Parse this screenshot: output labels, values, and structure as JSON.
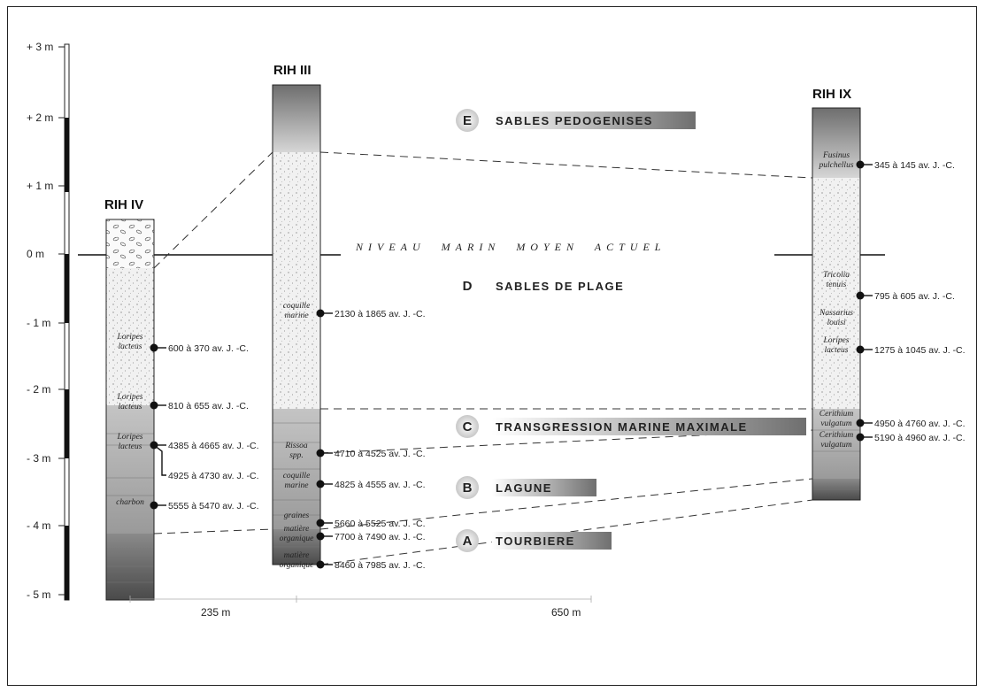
{
  "scale": {
    "labels": [
      "+ 3 m",
      "+ 2 m",
      "+ 1 m",
      "0 m",
      "- 1 m",
      "- 2 m",
      "- 3 m",
      "- 4 m",
      "- 5 m"
    ]
  },
  "columns": [
    {
      "title": "RIH IV",
      "annotations": [
        {
          "taxon": [
            "Loripes",
            "lacteus"
          ],
          "date": "600 à 370 av. J. -C."
        },
        {
          "taxon": [
            "Loripes",
            "lacteus"
          ],
          "date": "810 à 655 av. J. -C."
        },
        {
          "taxon": [
            "Loripes",
            "lacteus"
          ],
          "date": "4385 à 4665 av. J. -C."
        },
        {
          "taxon": [],
          "date": "4925 à 4730 av. J. -C."
        },
        {
          "taxon": [
            "charbon"
          ],
          "date": "5555 à 5470 av. J. -C."
        }
      ]
    },
    {
      "title": "RIH III",
      "annotations": [
        {
          "taxon": [
            "coquille",
            "marine"
          ],
          "date": "2130 à 1865 av. J. -C."
        },
        {
          "taxon": [
            "Rissoa",
            "spp."
          ],
          "date": "4710 à 4525 av. J. -C."
        },
        {
          "taxon": [
            "coquille",
            "marine"
          ],
          "date": "4825 à 4555 av. J. -C."
        },
        {
          "taxon": [
            "graines"
          ],
          "date": "5660 à 5525 av. J. -C."
        },
        {
          "taxon": [
            "matière",
            "organique"
          ],
          "date": "7700 à 7490 av. J. -C."
        },
        {
          "taxon": [
            "matière",
            "organique"
          ],
          "date": "8460 à 7985 av. J. -C."
        }
      ]
    },
    {
      "title": "RIH IX",
      "annotations": [
        {
          "taxon": [
            "Fusinus",
            "pulchellus"
          ],
          "date": "345 à 145 av. J. -C."
        },
        {
          "taxon": [
            "Tricolia",
            "tenuis"
          ],
          "date": "795 à 605 av. J. -C."
        },
        {
          "taxon": [
            "Nassarius",
            "louisi"
          ],
          "date": ""
        },
        {
          "taxon": [
            "Loripes",
            "lacteus"
          ],
          "date": "1275 à 1045 av. J. -C."
        },
        {
          "taxon": [
            "Cerithium",
            "vulgatum"
          ],
          "date": "4950 à 4760 av. J. -C."
        },
        {
          "taxon": [
            "Cerithium",
            "vulgatum"
          ],
          "date": "5190 à 4960 av. J. -C."
        }
      ]
    }
  ],
  "units": [
    {
      "letter": "E",
      "name": "SABLES PEDOGENISES"
    },
    {
      "letter": "D",
      "name": "SABLES DE PLAGE"
    },
    {
      "letter": "C",
      "name": "TRANSGRESSION MARINE MAXIMALE"
    },
    {
      "letter": "B",
      "name": "LAGUNE"
    },
    {
      "letter": "A",
      "name": "TOURBIERE"
    }
  ],
  "sea_level_label": "NIVEAU  MARIN  MOYEN  ACTUEL",
  "distances": [
    "235 m",
    "650 m"
  ]
}
